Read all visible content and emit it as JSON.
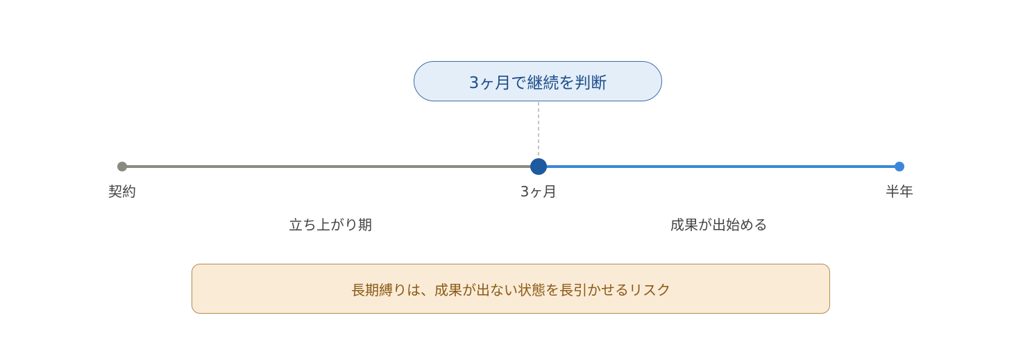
{
  "timeline": {
    "decision_callout": "3ヶ月で継続を判断",
    "milestones": {
      "start": "契約",
      "middle": "3ヶ月",
      "end": "半年"
    },
    "phases": {
      "early": "立ち上がり期",
      "late": "成果が出始める"
    },
    "colors": {
      "early_segment": "#8a8a80",
      "late_segment": "#3a87d8",
      "middle_marker": "#1d5aa0"
    }
  },
  "note": {
    "text": "長期縛りは、成果が出ない状態を長引かせるリスク"
  }
}
